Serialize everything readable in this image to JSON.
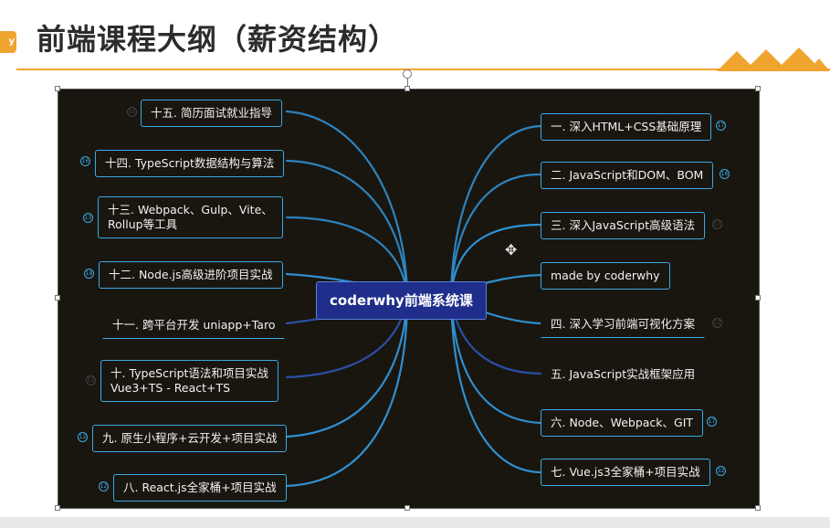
{
  "header": {
    "logo_text": "y",
    "title": "前端课程大纲（薪资结构）"
  },
  "mindmap": {
    "center": "coderwhy前端系统课",
    "left": [
      {
        "label": "十五. 简历面试就业指导",
        "badge": "15"
      },
      {
        "label": "十四. TypeScript数据结构与算法",
        "badge": "16"
      },
      {
        "label": "十三. Webpack、Gulp、Vite、",
        "label2": "Rollup等工具",
        "badge": "13"
      },
      {
        "label": "十二. Node.js高级进阶项目实战",
        "badge": "18"
      },
      {
        "label": "十一. 跨平台开发 uniapp+Taro",
        "badge": ""
      },
      {
        "label": "十. TypeScript语法和项目实战",
        "label2": "Vue3+TS - React+TS",
        "badge": "12"
      },
      {
        "label": "九. 原生小程序+云开发+项目实战",
        "badge": "12"
      },
      {
        "label": "八. React.js全家桶+项目实战",
        "badge": "12"
      }
    ],
    "right": [
      {
        "label": "一. 深入HTML+CSS基础原理",
        "badge": "17"
      },
      {
        "label": "二. JavaScript和DOM、BOM",
        "badge": "16"
      },
      {
        "label": "三. 深入JavaScript高级语法",
        "badge": "17"
      },
      {
        "label": "made by coderwhy",
        "badge": ""
      },
      {
        "label": "四. 深入学习前端可视化方案",
        "badge": "12"
      },
      {
        "label": "五. JavaScript实战框架应用",
        "badge": ""
      },
      {
        "label": "六. Node、Webpack、GIT",
        "badge": "17"
      },
      {
        "label": "七. Vue.js3全家桶+项目实战",
        "badge": "32"
      }
    ]
  },
  "colors": {
    "accent": "#f0a430",
    "wire": "#3aa9e6",
    "canvas": "#19160f",
    "center": "#1f2e8a"
  }
}
